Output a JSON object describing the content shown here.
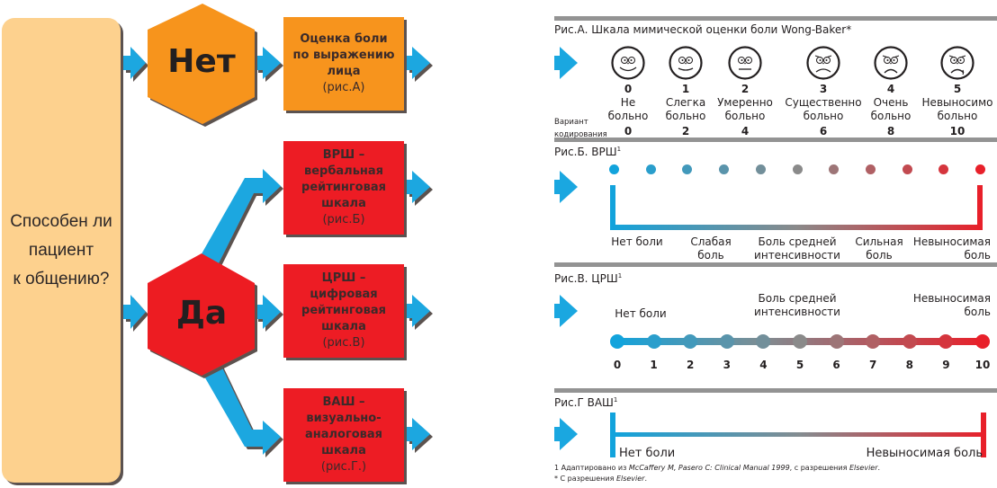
{
  "flowchart": {
    "question": [
      "Способен ли",
      "пациент",
      "к общению?"
    ],
    "no_label": "Нет",
    "yes_label": "Да",
    "colors": {
      "question": "#fdd18e",
      "no": "#f7941d",
      "yes": "#ed1c24",
      "arrow": "#1aa7e0",
      "shadow": "#5b5250"
    },
    "steps": [
      {
        "title": [
          "Оценка боли",
          "по выражению",
          "лица"
        ],
        "ref": "(рис.А)",
        "color": "orange"
      },
      {
        "title": [
          "ВРШ –",
          "вербальная",
          "рейтинговая",
          "шкала"
        ],
        "ref": "(рис.Б)",
        "color": "red"
      },
      {
        "title": [
          "ЦРШ  –",
          "цифровая",
          "рейтинговая",
          "шкала"
        ],
        "ref": "(рис.В)",
        "color": "red"
      },
      {
        "title": [
          "ВАШ –",
          "визуально-",
          "аналоговая",
          "шкала"
        ],
        "ref": "(рис.Г.)",
        "color": "red"
      }
    ]
  },
  "fig_a": {
    "title": "Рис.А. Шкала мимической оценки боли Wong-Baker*",
    "coding_label": [
      "Вариант",
      "кодирования"
    ],
    "faces": [
      {
        "score": "0",
        "label": [
          "Не",
          "больно"
        ],
        "code": "0",
        "mood": "very-happy"
      },
      {
        "score": "1",
        "label": [
          "Слегка",
          "больно"
        ],
        "code": "2",
        "mood": "happy"
      },
      {
        "score": "2",
        "label": [
          "Умеренно",
          "больно"
        ],
        "code": "4",
        "mood": "neutral"
      },
      {
        "score": "3",
        "label": [
          "Существенно",
          "больно"
        ],
        "code": "6",
        "mood": "sad"
      },
      {
        "score": "4",
        "label": [
          "Очень",
          "больно"
        ],
        "code": "8",
        "mood": "very-sad"
      },
      {
        "score": "5",
        "label": [
          "Невыносимо",
          "больно"
        ],
        "code": "10",
        "mood": "crying"
      }
    ]
  },
  "fig_b": {
    "title": "Рис.Б.  ВРШ",
    "sup": "1",
    "dot_count": 11,
    "labels": [
      {
        "text": [
          "Нет боли"
        ]
      },
      {
        "text": [
          "Слабая",
          "боль"
        ]
      },
      {
        "text": [
          "Боль средней",
          "интенсивности"
        ]
      },
      {
        "text": [
          "Сильная",
          "боль"
        ]
      },
      {
        "text": [
          "Невыносимая",
          "боль"
        ]
      }
    ]
  },
  "fig_c": {
    "title": "Рис.В.  ЦРШ",
    "sup": "1",
    "ticks": [
      "0",
      "1",
      "2",
      "3",
      "4",
      "5",
      "6",
      "7",
      "8",
      "9",
      "10"
    ],
    "labels": [
      {
        "text": [
          "Нет боли"
        ]
      },
      {
        "text": [
          "Боль средней",
          "интенсивности"
        ]
      },
      {
        "text": [
          "Невыносимая",
          "боль"
        ]
      }
    ]
  },
  "fig_d": {
    "title": "Рис.Г  ВАШ",
    "sup": "1",
    "left_label": "Нет боли",
    "right_label": "Невыносимая боль"
  },
  "gradient": {
    "start": "#12a3dc",
    "mid": "#8a8a8a",
    "end": "#e8202a"
  },
  "footnotes": {
    "note1_prefix": "1  Адаптировано из ",
    "note1_italic": "McCaffery M, Pasero C: Clinical Manual 1999",
    "note1_mid": ", с разрешения ",
    "note1_italic2": "Elsevier",
    "note1_end": ".",
    "note2_prefix": "* С разрешения ",
    "note2_italic": "Elsevier",
    "note2_end": "."
  }
}
